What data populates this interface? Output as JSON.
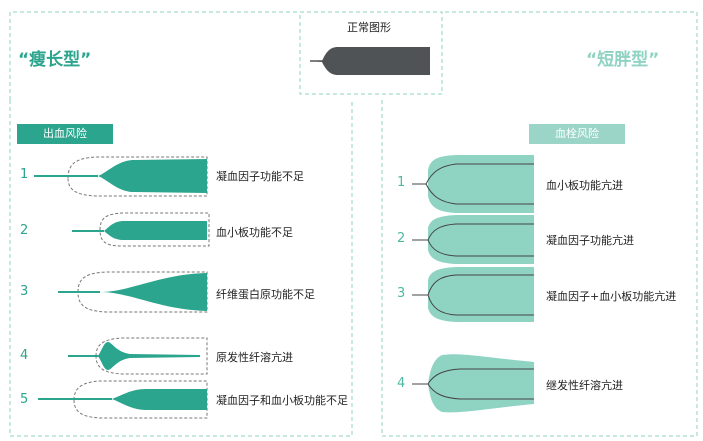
{
  "normal": {
    "title": "正常图形"
  },
  "left_panel": {
    "title": "“瘦长型”",
    "badge": "出血风险",
    "rows": [
      {
        "num": "1",
        "label": "凝血因子功能不足"
      },
      {
        "num": "2",
        "label": "血小板功能不足"
      },
      {
        "num": "3",
        "label": "纤维蛋白原功能不足"
      },
      {
        "num": "4",
        "label": "原发性纤溶亢进"
      },
      {
        "num": "5",
        "label": "凝血因子和血小板功能不足"
      }
    ]
  },
  "right_panel": {
    "title": "“短胖型”",
    "badge": "血栓风险",
    "rows": [
      {
        "num": "1",
        "label": "血小板功能亢进"
      },
      {
        "num": "2",
        "label": "凝血因子功能亢进"
      },
      {
        "num": "3",
        "label": "凝血因子+血小板功能亢进"
      },
      {
        "num": "4",
        "label": "继发性纤溶亢进"
      }
    ]
  },
  "colors": {
    "dark_teal": "#2ba58d",
    "light_teal": "#8fd3c3",
    "badge_right": "#9ad5c7",
    "normal_shape": "#505355",
    "frame": "#7fcfc0",
    "outline": "#777777"
  }
}
